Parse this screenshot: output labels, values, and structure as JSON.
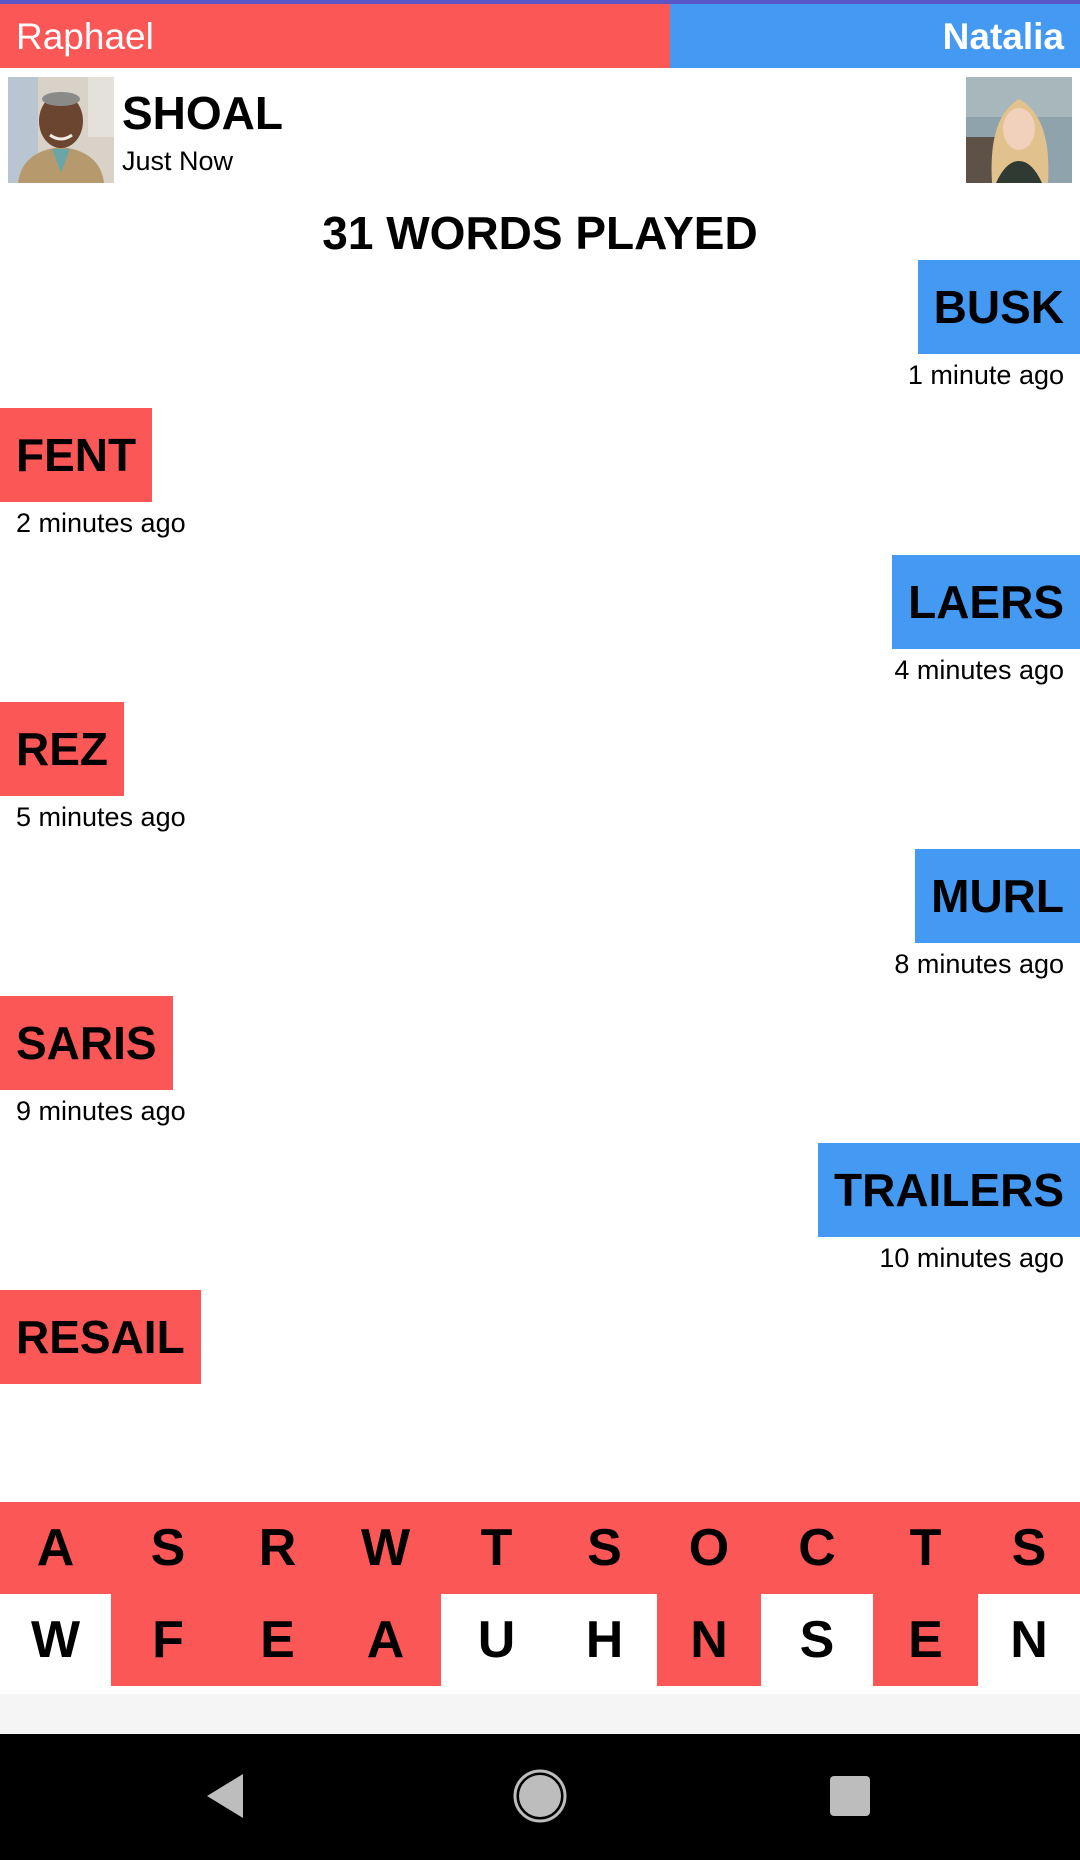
{
  "players": {
    "left": {
      "name": "Raphael",
      "color": "#fc5757"
    },
    "right": {
      "name": "Natalia",
      "color": "#4499f2"
    }
  },
  "last_play": {
    "word": "SHOAL",
    "time": "Just Now"
  },
  "words_played_title": "31 WORDS PLAYED",
  "plays": [
    {
      "word": "BUSK",
      "time": "1 minute ago",
      "player": "right"
    },
    {
      "word": "FENT",
      "time": "2 minutes ago",
      "player": "left"
    },
    {
      "word": "LAERS",
      "time": "4 minutes ago",
      "player": "right"
    },
    {
      "word": "REZ",
      "time": "5 minutes ago",
      "player": "left"
    },
    {
      "word": "MURL",
      "time": "8 minutes ago",
      "player": "right"
    },
    {
      "word": "SARIS",
      "time": "9 minutes ago",
      "player": "left"
    },
    {
      "word": "TRAILERS",
      "time": "10 minutes ago",
      "player": "right"
    },
    {
      "word": "RESAIL",
      "time": "",
      "player": "left"
    }
  ],
  "board": {
    "rows": [
      [
        {
          "letter": "A",
          "owner": "left"
        },
        {
          "letter": "S",
          "owner": "left"
        },
        {
          "letter": "R",
          "owner": "left"
        },
        {
          "letter": "W",
          "owner": "left"
        },
        {
          "letter": "T",
          "owner": "left"
        },
        {
          "letter": "S",
          "owner": "left"
        },
        {
          "letter": "O",
          "owner": "left"
        },
        {
          "letter": "C",
          "owner": "left"
        },
        {
          "letter": "T",
          "owner": "left"
        },
        {
          "letter": "S",
          "owner": "left"
        }
      ],
      [
        {
          "letter": "W",
          "owner": "none"
        },
        {
          "letter": "F",
          "owner": "left"
        },
        {
          "letter": "E",
          "owner": "left"
        },
        {
          "letter": "A",
          "owner": "left"
        },
        {
          "letter": "U",
          "owner": "none"
        },
        {
          "letter": "H",
          "owner": "none"
        },
        {
          "letter": "N",
          "owner": "left"
        },
        {
          "letter": "S",
          "owner": "none"
        },
        {
          "letter": "E",
          "owner": "left"
        },
        {
          "letter": "N",
          "owner": "none"
        }
      ]
    ]
  },
  "icons": {
    "avatar_left": "avatar-photo",
    "avatar_right": "avatar-photo",
    "nav_back": "back-triangle-icon",
    "nav_home": "home-circle-icon",
    "nav_recents": "recents-square-icon"
  }
}
